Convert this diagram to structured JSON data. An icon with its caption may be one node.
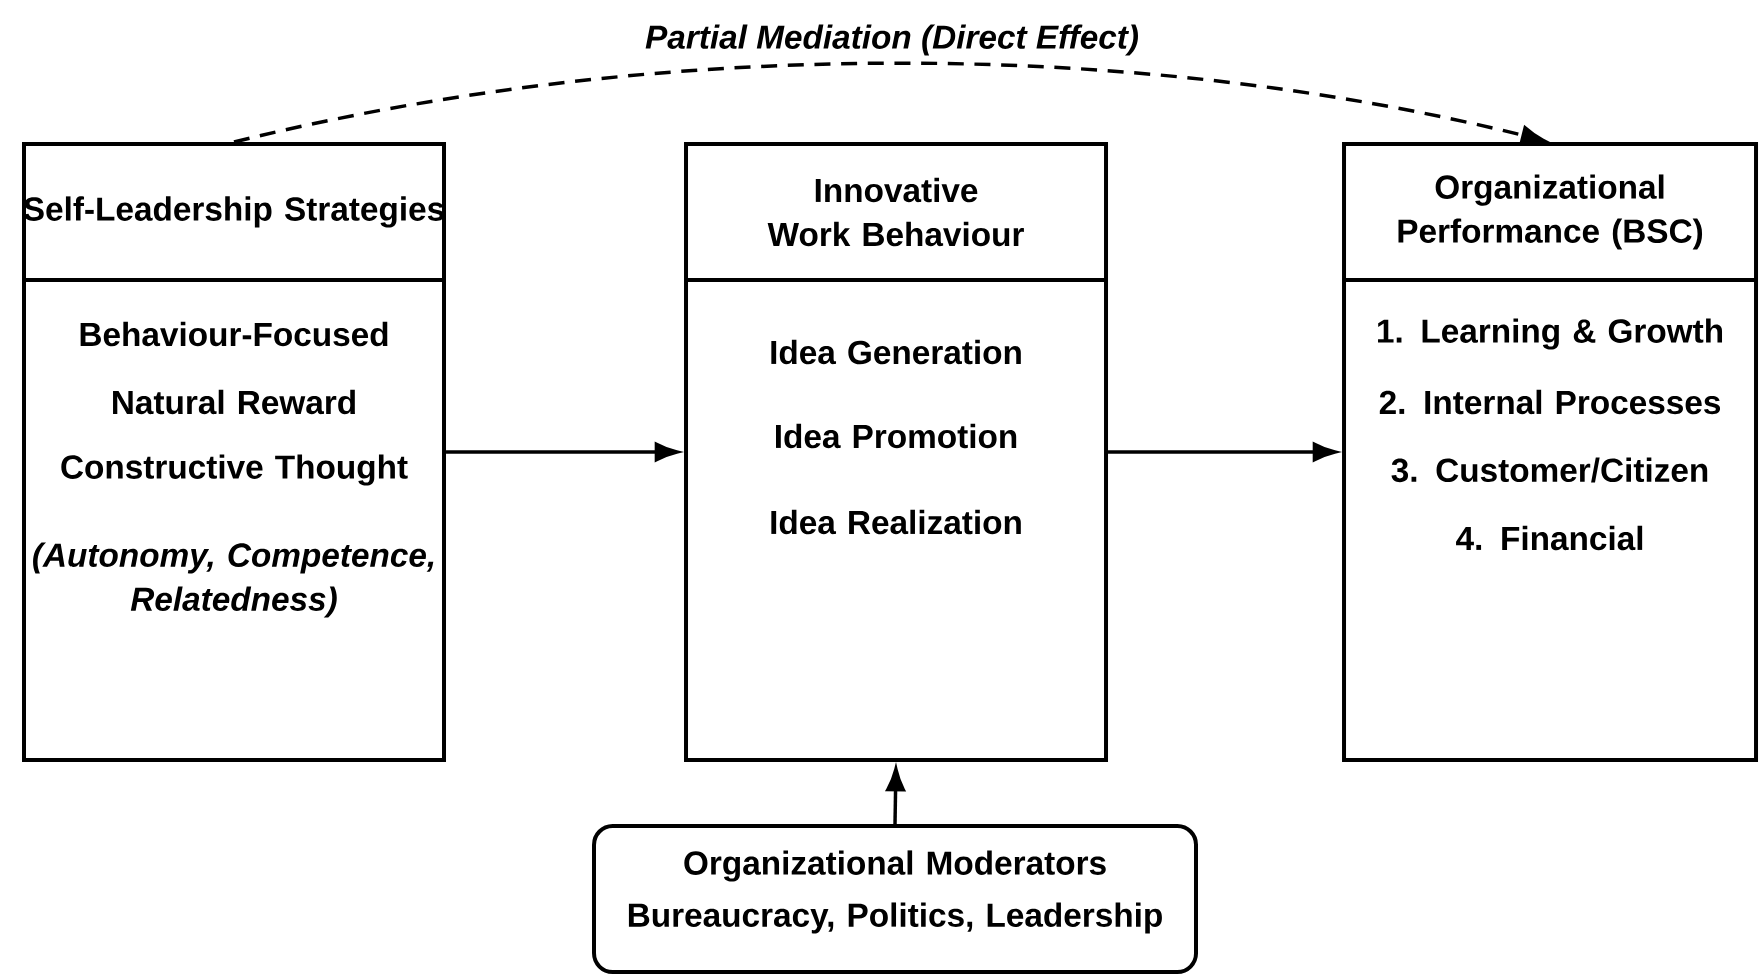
{
  "diagram": {
    "nodes": [
      {
        "text": [
          "Self-Leadership Strategies",
          "Behaviour-Focused",
          "Natural Reward",
          "Constructive Thought",
          "(Autonomy, Competence, Relatedness)"
        ]
      },
      {
        "text": [
          "Innovative Work Behaviour",
          "Idea Generation",
          "Idea Promotion",
          "Idea Realization"
        ]
      },
      {
        "text": [
          "Organizational Performance (BSC)",
          "1. Learning & Growth",
          "2. Internal Processes",
          "3. Customer/Citizen",
          "4. Financial"
        ]
      },
      {
        "text": [
          "Organizational Moderators",
          "Bureaucracy, Politics, Leadership"
        ]
      }
    ],
    "edges": [
      {
        "from": 0,
        "to": 1,
        "arrow": "to"
      },
      {
        "from": 1,
        "to": 2,
        "arrow": "to"
      },
      {
        "from": 3,
        "to": 1,
        "arrow": "to"
      },
      {
        "from": 0,
        "to": 2,
        "arrow": "to",
        "style": "dashed",
        "label": "Partial Mediation (Direct Effect)"
      }
    ]
  }
}
